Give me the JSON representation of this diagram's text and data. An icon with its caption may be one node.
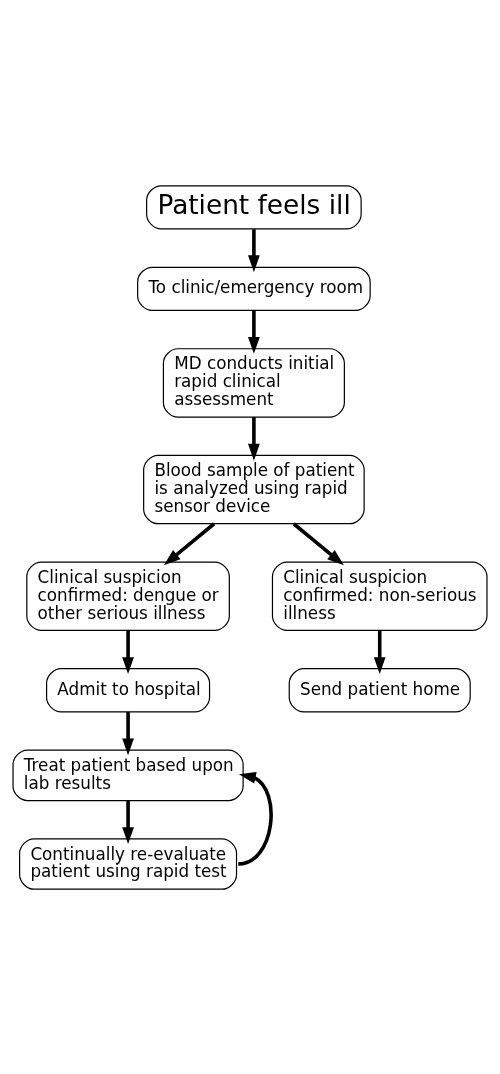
{
  "diagram": {
    "nodes": [
      {
        "text": [
          "Patient feels ill"
        ]
      },
      {
        "text": [
          "To clinic/emergency room"
        ]
      },
      {
        "text": [
          "MD conducts initial rapid clinical assessment"
        ]
      },
      {
        "text": [
          "Blood sample of patient is analyzed using rapid sensor device"
        ]
      },
      {
        "text": [
          "Clinical suspicion confirmed: dengue or other serious illness"
        ]
      },
      {
        "text": [
          "Clinical suspicion confirmed: non-serious illness"
        ]
      },
      {
        "text": [
          "Admit to hospital"
        ]
      },
      {
        "text": [
          "Send patient home"
        ]
      },
      {
        "text": [
          "Treat patient based upon lab results"
        ]
      },
      {
        "text": [
          "Continually re-evaluate patient using rapid test"
        ]
      }
    ],
    "edges": [
      {
        "from": 0,
        "to": 1,
        "arrow": "to"
      },
      {
        "from": 1,
        "to": 2,
        "arrow": "to"
      },
      {
        "from": 2,
        "to": 3,
        "arrow": "to"
      },
      {
        "from": 3,
        "to": 4,
        "arrow": "to"
      },
      {
        "from": 3,
        "to": 5,
        "arrow": "to"
      },
      {
        "from": 4,
        "to": 6,
        "arrow": "to"
      },
      {
        "from": 5,
        "to": 7,
        "arrow": "to"
      },
      {
        "from": 6,
        "to": 8,
        "arrow": "to"
      },
      {
        "from": 8,
        "to": 9,
        "arrow": "to"
      },
      {
        "from": 9,
        "to": 8,
        "arrow": "to"
      }
    ]
  }
}
